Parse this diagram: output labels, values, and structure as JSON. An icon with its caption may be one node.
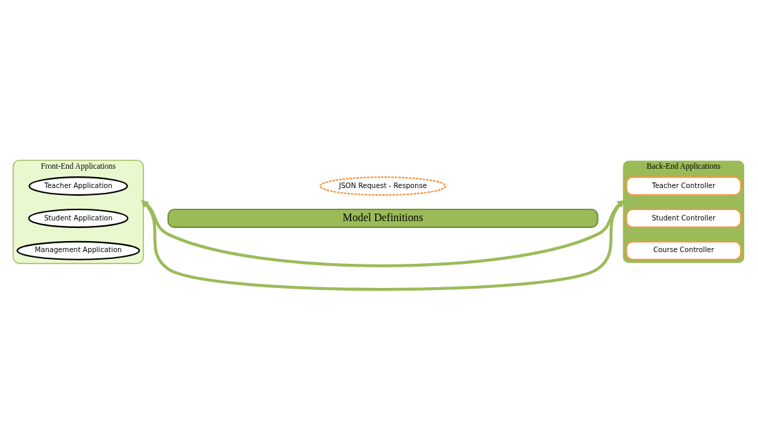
{
  "diagram": {
    "nodes": [
      {
        "text": [
          "Front-End Applications"
        ]
      },
      {
        "text": [
          "Teacher Application"
        ],
        "in": 0
      },
      {
        "text": [
          "Student Application"
        ],
        "in": 0
      },
      {
        "text": [
          "Management Application"
        ],
        "in": 0
      },
      {
        "text": [
          "JSON Request - Response"
        ]
      },
      {
        "text": [
          "Back-End Applications"
        ]
      },
      {
        "text": [
          "Teacher Controller"
        ],
        "in": 5
      },
      {
        "text": [
          "Student Controller"
        ],
        "in": 5
      },
      {
        "text": [
          "Course Controller"
        ],
        "in": 5
      },
      {
        "text": [
          "Model Definitions"
        ]
      }
    ],
    "edges": [
      {
        "from": 0,
        "to": 5,
        "arrow": "to"
      },
      {
        "from": 5,
        "to": 0,
        "arrow": "to"
      }
    ]
  }
}
